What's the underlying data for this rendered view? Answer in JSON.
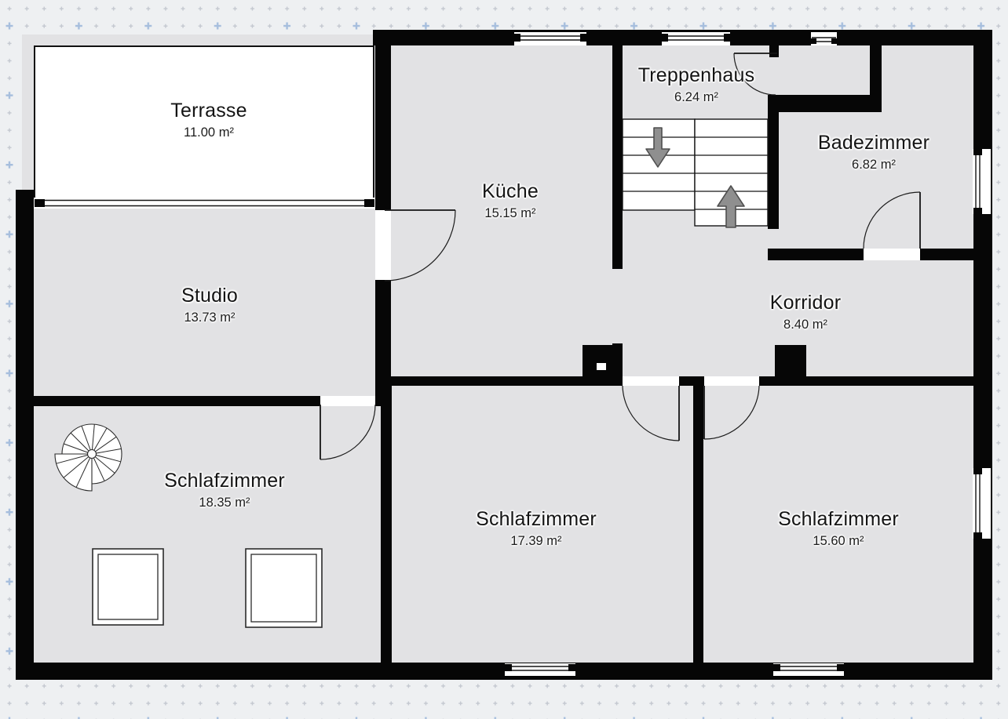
{
  "plan": {
    "rooms": [
      {
        "name": "Terrasse",
        "area": "11.00 m²"
      },
      {
        "name": "Küche",
        "area": "15.15 m²"
      },
      {
        "name": "Treppenhaus",
        "area": "6.24 m²"
      },
      {
        "name": "Badezimmer",
        "area": "6.82 m²"
      },
      {
        "name": "Studio",
        "area": "13.73 m²"
      },
      {
        "name": "Korridor",
        "area": "8.40 m²"
      },
      {
        "name": "Schlafzimmer",
        "area": "18.35 m²"
      },
      {
        "name": "Schlafzimmer",
        "area": "17.39 m²"
      },
      {
        "name": "Schlafzimmer",
        "area": "15.60 m²"
      }
    ],
    "stairs": {
      "down_arrow": "stairs-down",
      "up_arrow": "stairs-up"
    },
    "colors": {
      "background": "#eef0f2",
      "floor": "#e2e2e4",
      "wall": "#060606",
      "terrace": "#ffffff",
      "grid_dot": "#c4c8d0",
      "grid_cross": "#a6bedd",
      "arrow": "#8f8f8f"
    }
  }
}
